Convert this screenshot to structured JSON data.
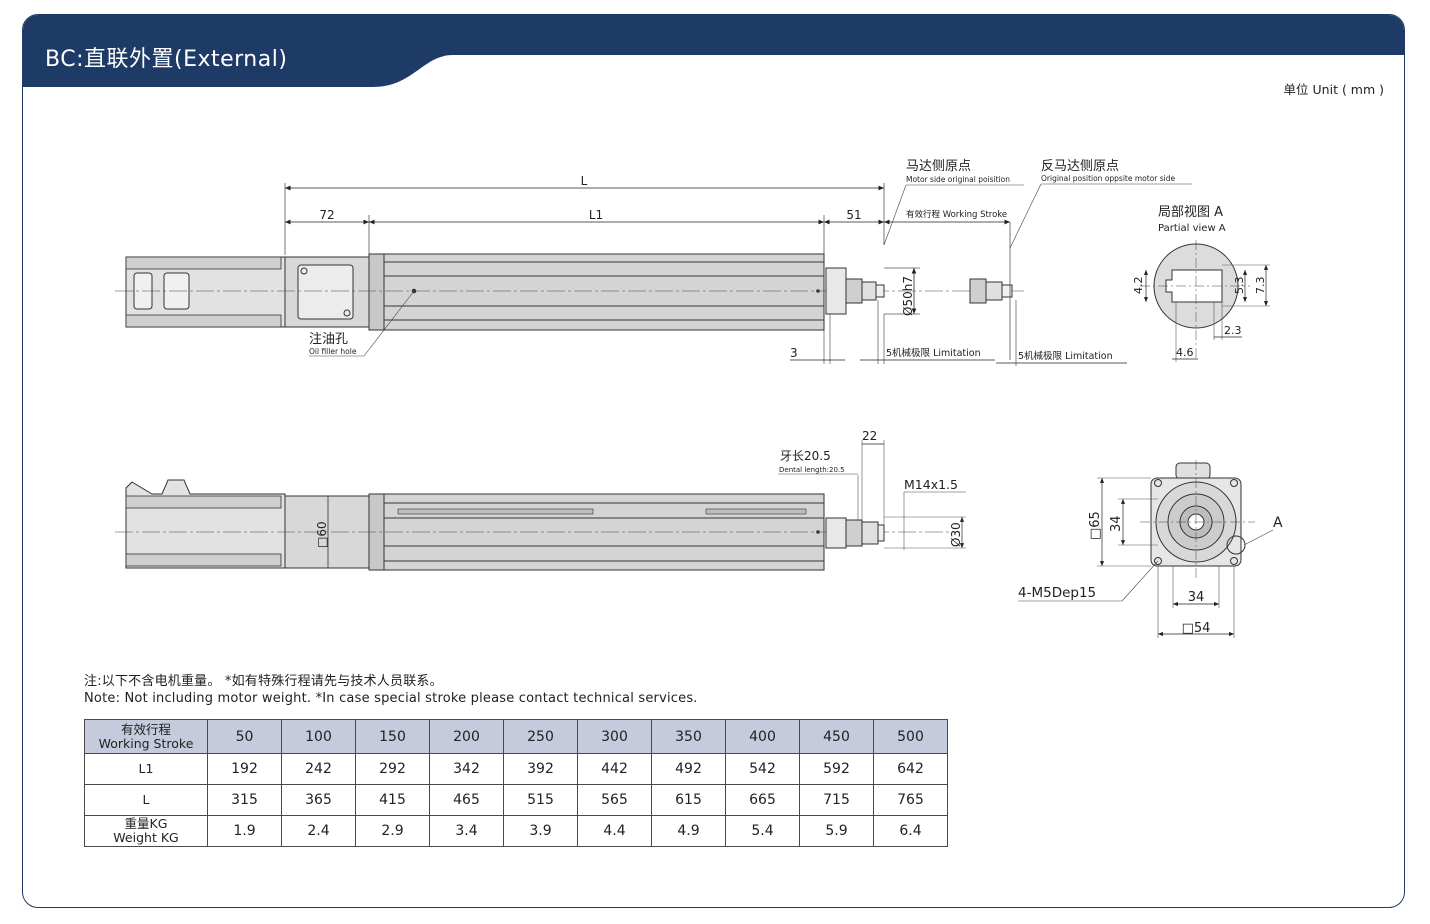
{
  "header": {
    "title": "BC:直联外置(External)",
    "unit": "单位 Unit ( mm )"
  },
  "drawing": {
    "top": {
      "L": "L",
      "L1": "L1",
      "d72": "72",
      "d51": "51",
      "d3": "3",
      "phi50": "Ø50h7",
      "oil_cn": "注油孔",
      "oil_en": "Oil filler hole",
      "motor_side_cn": "马达侧原点",
      "motor_side_en": "Motor side original poisition",
      "opp_side_cn": "反马达侧原点",
      "opp_side_en": "Original position oppsite motor side",
      "working_stroke": "有效行程 Working Stroke",
      "limit1": "5机械极限 Limitation",
      "limit2": "5机械极限 Limitation"
    },
    "partial": {
      "title_cn": "局部视图 A",
      "title_en": "Partial view A",
      "d42": "4.2",
      "d53": "5.3",
      "d73": "7.3",
      "d23": "2.3",
      "d46": "4.6"
    },
    "side": {
      "thread_cn": "牙长20.5",
      "thread_en": "Dental length:20.5",
      "d22": "22",
      "m14": "M14x1.5",
      "phi30": "Ø30",
      "sq60": "□60"
    },
    "end": {
      "sq65": "□65",
      "d34v": "34",
      "d34h": "34",
      "sq54": "□54",
      "A": "A",
      "holes": "4-M5Dep15"
    }
  },
  "notes": {
    "cn": "注:以下不含电机重量。 *如有特殊行程请先与技术人员联系。",
    "en": "Note: Not including motor weight.    *In case special stroke please contact technical services."
  },
  "table": {
    "header_cn": "有效行程",
    "header_en": "Working Stroke",
    "strokes": [
      "50",
      "100",
      "150",
      "200",
      "250",
      "300",
      "350",
      "400",
      "450",
      "500"
    ],
    "rows": [
      {
        "label_cn": "",
        "label_en": "L1",
        "values": [
          "192",
          "242",
          "292",
          "342",
          "392",
          "442",
          "492",
          "542",
          "592",
          "642"
        ]
      },
      {
        "label_cn": "",
        "label_en": "L",
        "values": [
          "315",
          "365",
          "415",
          "465",
          "515",
          "565",
          "615",
          "665",
          "715",
          "765"
        ]
      },
      {
        "label_cn": "重量KG",
        "label_en": "Weight KG",
        "values": [
          "1.9",
          "2.4",
          "2.9",
          "3.4",
          "3.9",
          "4.4",
          "4.9",
          "5.4",
          "5.9",
          "6.4"
        ]
      }
    ]
  },
  "colors": {
    "header_bg": "#1e3a66",
    "table_header_bg": "#c5cbdd",
    "body_gray": "#d4d4d4"
  }
}
